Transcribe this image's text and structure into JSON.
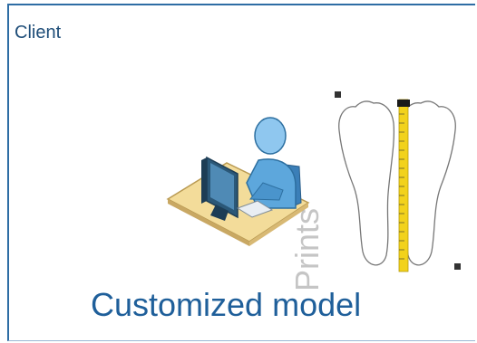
{
  "panel": {
    "label": "Client",
    "title": "Customized model",
    "watermark": "Prints"
  },
  "icons": {
    "user": "user-at-computer-icon",
    "feet": "feet-measurement-icon"
  },
  "colors": {
    "border": "#2e6da4",
    "text": "#1f5f9a",
    "tape": "#f2d21b"
  }
}
